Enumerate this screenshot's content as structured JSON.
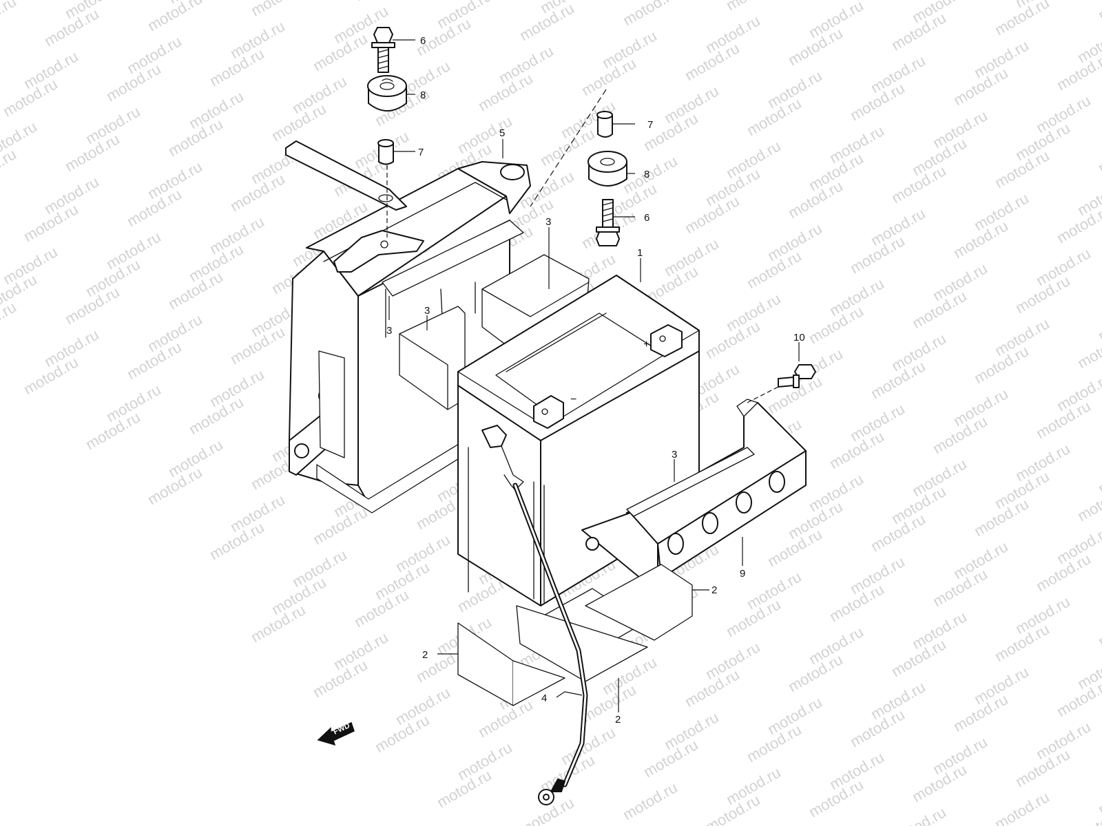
{
  "watermark": {
    "text": "motod.ru"
  },
  "callouts": [
    {
      "id": "c1",
      "label": "1"
    },
    {
      "id": "c2a",
      "label": "2"
    },
    {
      "id": "c2b",
      "label": "2"
    },
    {
      "id": "c2c",
      "label": "2"
    },
    {
      "id": "c3a",
      "label": "3"
    },
    {
      "id": "c3b",
      "label": "3"
    },
    {
      "id": "c3c",
      "label": "3"
    },
    {
      "id": "c3d",
      "label": "3"
    },
    {
      "id": "c4",
      "label": "4"
    },
    {
      "id": "c5",
      "label": "5"
    },
    {
      "id": "c6a",
      "label": "6"
    },
    {
      "id": "c6b",
      "label": "6"
    },
    {
      "id": "c7a",
      "label": "7"
    },
    {
      "id": "c7b",
      "label": "7"
    },
    {
      "id": "c8a",
      "label": "8"
    },
    {
      "id": "c8b",
      "label": "8"
    },
    {
      "id": "c9",
      "label": "9"
    },
    {
      "id": "c10",
      "label": "10"
    }
  ],
  "direction_marker": {
    "label": "FWD"
  },
  "battery_terminals": {
    "positive": "+",
    "negative": "−"
  },
  "colors": {
    "line": "#111111",
    "watermark": "#d2d2d2",
    "background": "#ffffff"
  }
}
